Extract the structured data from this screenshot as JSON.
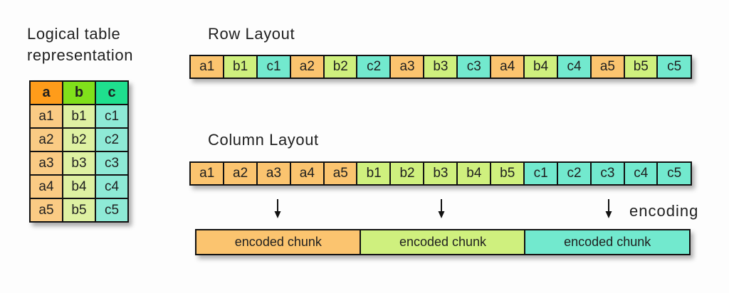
{
  "logical_table": {
    "title": "Logical table representation",
    "headers": [
      "a",
      "b",
      "c"
    ],
    "rows": [
      [
        "a1",
        "b1",
        "c1"
      ],
      [
        "a2",
        "b2",
        "c2"
      ],
      [
        "a3",
        "b3",
        "c3"
      ],
      [
        "a4",
        "b4",
        "c4"
      ],
      [
        "a5",
        "b5",
        "c5"
      ]
    ]
  },
  "row_layout": {
    "label": "Row Layout",
    "cells": [
      "a1",
      "b1",
      "c1",
      "a2",
      "b2",
      "c2",
      "a3",
      "b3",
      "c3",
      "a4",
      "b4",
      "c4",
      "a5",
      "b5",
      "c5"
    ]
  },
  "column_layout": {
    "label": "Column Layout",
    "cells": [
      "a1",
      "a2",
      "a3",
      "a4",
      "a5",
      "b1",
      "b2",
      "b3",
      "b4",
      "b5",
      "c1",
      "c2",
      "c3",
      "c4",
      "c5"
    ]
  },
  "encoding": {
    "label": "encoding",
    "chunks": [
      {
        "label": "encoded chunk",
        "col": "a"
      },
      {
        "label": "encoded chunk",
        "col": "b"
      },
      {
        "label": "encoded chunk",
        "col": "c"
      }
    ]
  },
  "colors": {
    "header": {
      "a": "#ff9c1a",
      "b": "#80e01b",
      "c": "#1fdf8e"
    },
    "cell": {
      "a": "#facb84",
      "b": "#def1a2",
      "c": "#8eead6"
    },
    "strip": {
      "a": "#fbc46f",
      "b": "#cff07e",
      "c": "#72e9ce"
    },
    "border": "#111111",
    "text": "#1f1f1f"
  }
}
